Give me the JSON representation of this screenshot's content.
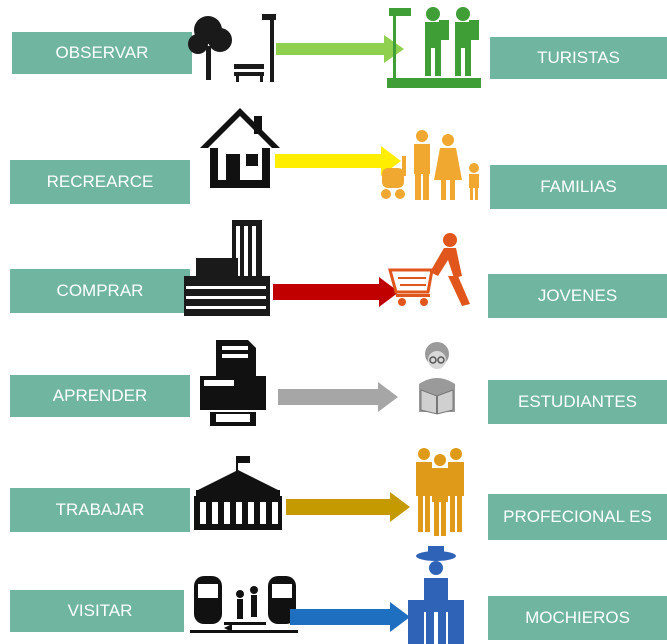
{
  "rows": [
    {
      "activity": "OBSERVAR",
      "audience": "TURISTAS",
      "arrow_color": "#8fd14f",
      "icon_left": "park-tree-bench-icon",
      "icon_right": "hikers-icon",
      "icon_right_color": "#3f9e36"
    },
    {
      "activity": "RECREARCE",
      "audience": "FAMILIAS",
      "arrow_color": "#ffee00",
      "icon_left": "house-icon",
      "icon_right": "family-icon",
      "icon_right_color": "#f0a830"
    },
    {
      "activity": "COMPRAR",
      "audience": "JOVENES",
      "arrow_color": "#c00000",
      "icon_left": "buildings-icon",
      "icon_right": "shopping-cart-person-icon",
      "icon_right_color": "#e0561c"
    },
    {
      "activity": "APRENDER",
      "audience": "ESTUDIANTES",
      "arrow_color": "#a6a6a6",
      "icon_left": "printer-icon",
      "icon_right": "reader-icon",
      "icon_right_color": "#9a9a9a"
    },
    {
      "activity": "TRABAJAR",
      "audience": "PROFECIONAL ES",
      "arrow_color": "#c49a00",
      "icon_left": "government-building-icon",
      "icon_right": "professionals-icon",
      "icon_right_color": "#e09a1a"
    },
    {
      "activity": "VISITAR",
      "audience": "MOCHIEROS",
      "arrow_color": "#1f6fc1",
      "icon_left": "train-station-icon",
      "icon_right": "backpacker-icon",
      "icon_right_color": "#2f63b8"
    }
  ]
}
